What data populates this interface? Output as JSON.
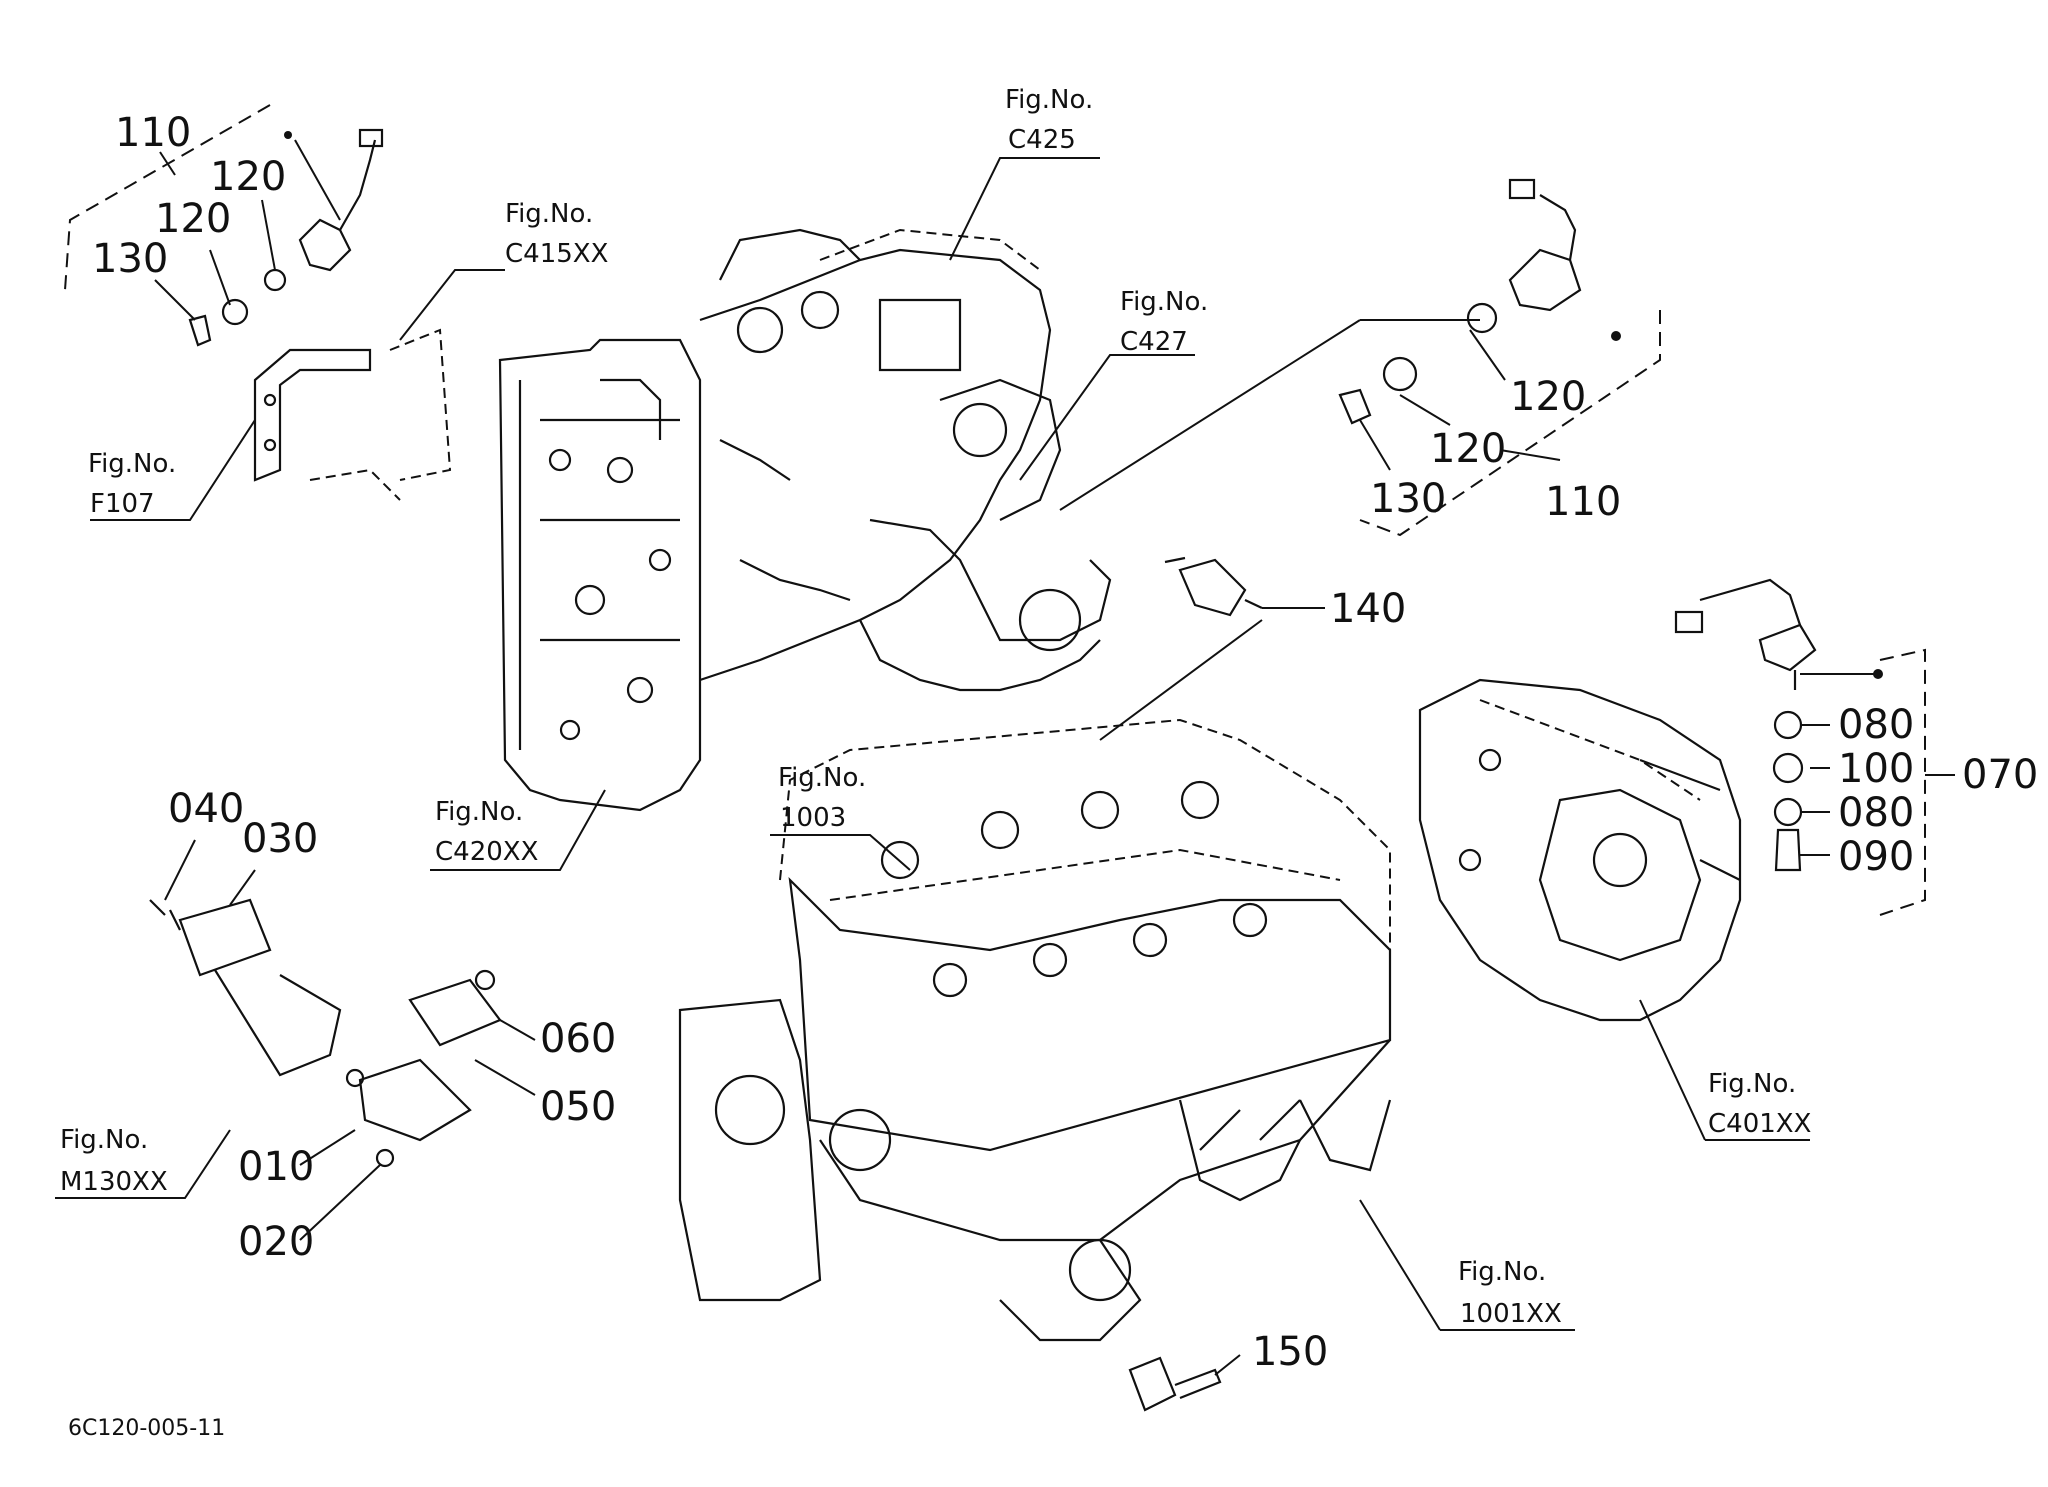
{
  "drawing_code": "6C120-005-11",
  "parts": {
    "p010": "010",
    "p020": "020",
    "p030": "030",
    "p040": "040",
    "p050": "050",
    "p060": "060",
    "p070": "070",
    "p080a": "080",
    "p080b": "080",
    "p090": "090",
    "p100": "100",
    "p110a": "110",
    "p110b": "110",
    "p120a": "120",
    "p120b": "120",
    "p120c": "120",
    "p120d": "120",
    "p130a": "130",
    "p130b": "130",
    "p140": "140",
    "p150": "150"
  },
  "figure_refs": {
    "fig_label": "Fig.No.",
    "c425": "C425",
    "c415xx": "C415XX",
    "c427": "C427",
    "f107": "F107",
    "c420xx": "C420XX",
    "f1003": "1003",
    "c401xx": "C401XX",
    "m130xx": "M130XX",
    "f1001xx": "1001XX"
  }
}
